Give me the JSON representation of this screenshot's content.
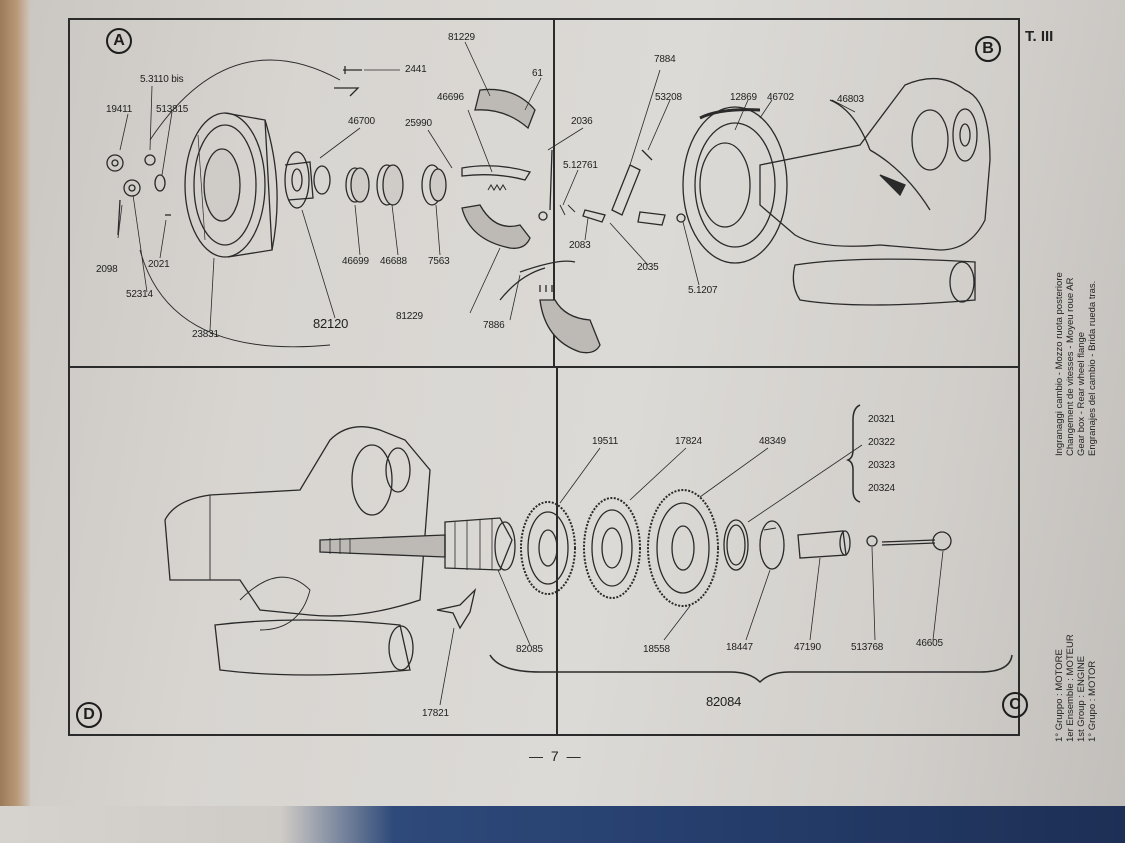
{
  "header": {
    "table_id": "T. III",
    "page_number": "— 7 —"
  },
  "sections": {
    "a": {
      "marker": "A"
    },
    "b": {
      "marker": "B"
    },
    "c": {
      "marker": "C"
    },
    "d": {
      "marker": "D"
    }
  },
  "labels_a": {
    "l5310bis": "5.3110 bis",
    "l19411": "19411",
    "l513815": "513815",
    "l2441": "2441",
    "l81229top": "81229",
    "l61": "61",
    "l46696": "46696",
    "l46700": "46700",
    "l25990": "25990",
    "l2036": "2036",
    "l2098": "2098",
    "l2021": "2021",
    "l52314": "52314",
    "l23831": "23831",
    "l82120": "82120",
    "l46699": "46699",
    "l46688": "46688",
    "l7563": "7563",
    "l81229bot": "81229",
    "l7886": "7886"
  },
  "labels_b": {
    "l7884": "7884",
    "l53208": "53208",
    "l12869": "12869",
    "l46702": "46702",
    "l46803": "46803",
    "l512761": "5.12761",
    "l2083": "2083",
    "l2035": "2035",
    "l51207": "5.1207"
  },
  "labels_cd": {
    "l19511": "19511",
    "l17824": "17824",
    "l48349": "48349",
    "stack": [
      "20321",
      "20322",
      "20323",
      "20324"
    ],
    "l82085": "82085",
    "l18558": "18558",
    "l18447": "18447",
    "l47190": "47190",
    "l513768": "513768",
    "l46605": "46605",
    "l17821": "17821",
    "l82084": "82084"
  },
  "caption_top": [
    "Ingranaggi cambio - Mozzo ruota posteriore",
    "Changement de vitesses - Moyeu roue AR",
    "Gear box - Rear wheel flange",
    "Engranajes del cambio - Brida rueda tras."
  ],
  "caption_bottom": [
    "1° Gruppo : MOTORE",
    "1er Ensemble : MOTEUR",
    "1st Group : ENGINE",
    "1° Grupo : MOTOR"
  ]
}
